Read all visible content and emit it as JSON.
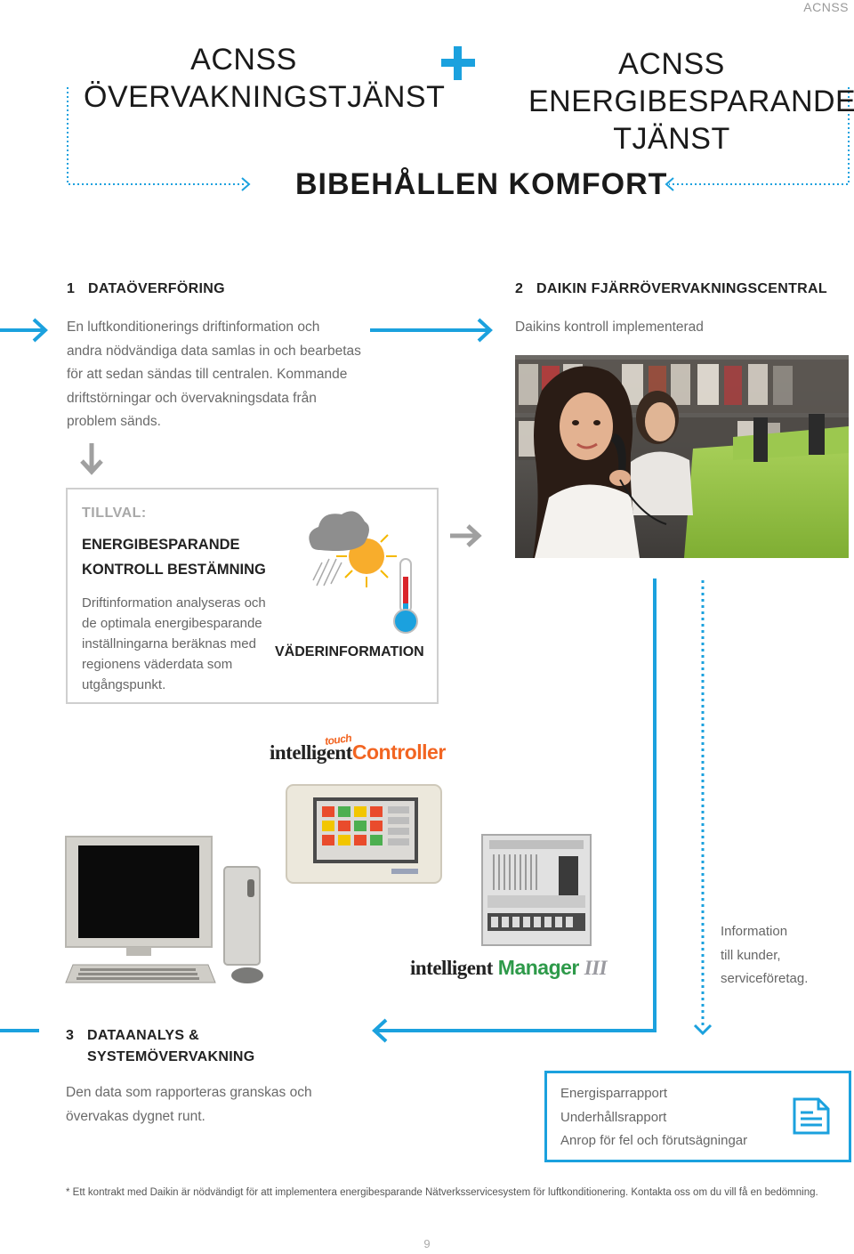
{
  "header_tag": "ACNSS",
  "titles": {
    "left_line1": "ACNSS",
    "left_line2": "ÖVERVAKNINGSTJÄNST",
    "right_line1": "ACNSS",
    "right_line2": "ENERGIBESPARANDE",
    "right_line3": "TJÄNST",
    "center": "BIBEHÅLLEN KOMFORT"
  },
  "section1": {
    "number": "1",
    "heading": "DATAÖVERFÖRING",
    "lines": [
      "En luftkonditionerings driftinformation och",
      "andra nödvändiga data samlas in och bearbetas",
      "för att sedan sändas till centralen. Kommande",
      "driftstörningar och övervakningsdata från",
      "problem sänds."
    ]
  },
  "section2": {
    "number": "2",
    "heading": "DAIKIN FJÄRRÖVERVAKNINGSCENTRAL",
    "subtitle": "Daikins kontroll implementerad"
  },
  "option_box": {
    "tag": "TILLVAL:",
    "heading_line1": "ENERGIBESPARANDE",
    "heading_line2": "KONTROLL BESTÄMNING",
    "lines": [
      "Driftinformation analyseras och",
      "de optimala energibesparande",
      "inställningarna beräknas med",
      "regionens väderdata som",
      "utgångspunkt."
    ],
    "weather_label": "VÄDERINFORMATION"
  },
  "logos": {
    "controller_touch": "touch",
    "controller_main": "intelligent",
    "controller_suffix": "Controller",
    "manager_main": "intelligent",
    "manager_suffix": "Manager",
    "manager_numeral": "III"
  },
  "info": {
    "lines": [
      "Information",
      "till kunder,",
      "serviceföretag."
    ]
  },
  "section3": {
    "number": "3",
    "heading_line1": "DATAANALYS &",
    "heading_line2": "SYSTEMÖVERVAKNING",
    "lines": [
      "Den data som rapporteras granskas och",
      "övervakas dygnet runt."
    ]
  },
  "reports": {
    "items": [
      "Energisparrapport",
      "Underhållsrapport",
      "Anrop för fel och förutsägningar"
    ]
  },
  "footnote": "* Ett kontrakt med Daikin är nödvändigt för att implementera energibesparande Nätverksservicesystem för luftkonditionering.  Kontakta oss om du vill få en bedömning.",
  "page_number": "9",
  "colors": {
    "accent": "#1ba1de",
    "logo_orange": "#f26522",
    "logo_green": "#2e9a4a"
  }
}
